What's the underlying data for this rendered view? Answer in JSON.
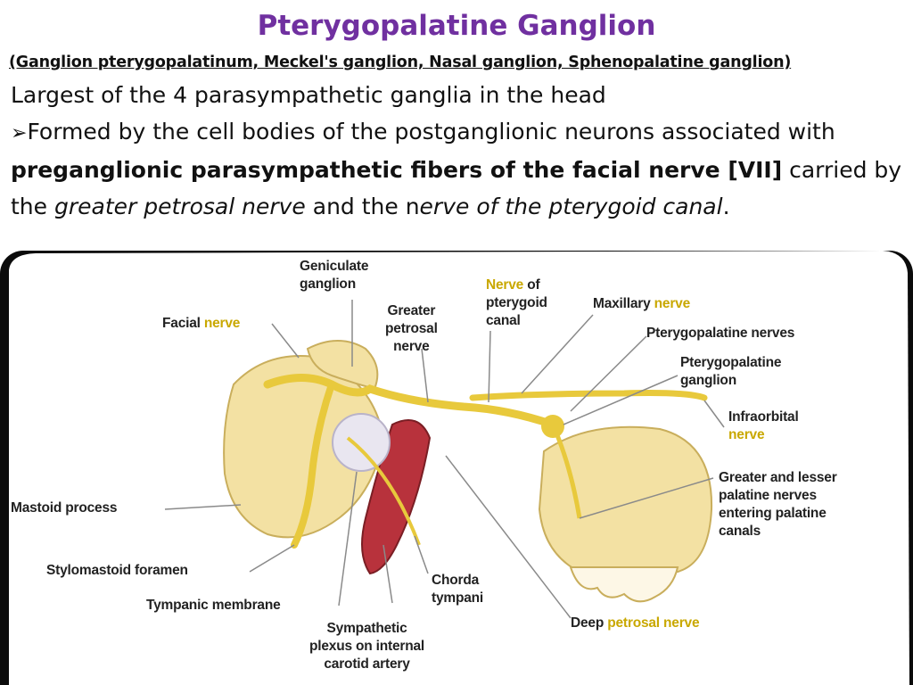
{
  "slide": {
    "title": "Pterygopalatine Ganglion",
    "synonyms": "(Ganglion pterygopalatinum, Meckel's ganglion, Nasal ganglion, Sphenopalatine ganglion)",
    "line1": "Largest of the 4 parasympathetic ganglia in the head",
    "bullet_symbol": "➢",
    "line2_a": "Formed by the cell bodies of the postganglionic neurons associated with ",
    "line2_bold": "preganglionic parasympathetic fibers of the facial nerve [VII]",
    "line3_a": " carried by the ",
    "line3_italic1": "greater petrosal nerve",
    "line3_b": " and the n",
    "line3_italic2": "erve of the pterygoid canal",
    "line3_end": "."
  },
  "figure": {
    "labels": {
      "geniculate": "Geniculate",
      "ganglion_word": "ganglion",
      "facial": "Facial",
      "nerve": "nerve",
      "greater": "Greater",
      "petrosal": "petrosal",
      "nerve_of": "Nerve",
      "of": "of",
      "pterygoid": "pterygoid",
      "canal": "canal",
      "maxillary": "Maxillary",
      "pterygopalatine": "Pterygopalatine",
      "nerves": "nerves",
      "ptery_ganglion": "Pterygopalatine",
      "ganglion": "ganglion",
      "infraorbital": "Infraorbital",
      "greater_lesser": "Greater and lesser",
      "palatine_nerves": "palatine nerves",
      "entering": "entering palatine",
      "canals": "canals",
      "mastoid": "Mastoid process",
      "stylomastoid": "Stylomastoid",
      "foramen": "foramen",
      "tympanic": "Tympanic",
      "membrane": "membrane",
      "chorda": "Chorda",
      "tympani": "tympani",
      "sympathetic": "Sympathetic",
      "plexus": "plexus on internal",
      "carotid": "carotid artery",
      "deep": "Deep",
      "petrosal_nerve": "petrosal nerve"
    },
    "colors": {
      "nerve_yellow": "#e8c93c",
      "bone": "#f3e1a3",
      "artery": "#b8323c"
    }
  }
}
